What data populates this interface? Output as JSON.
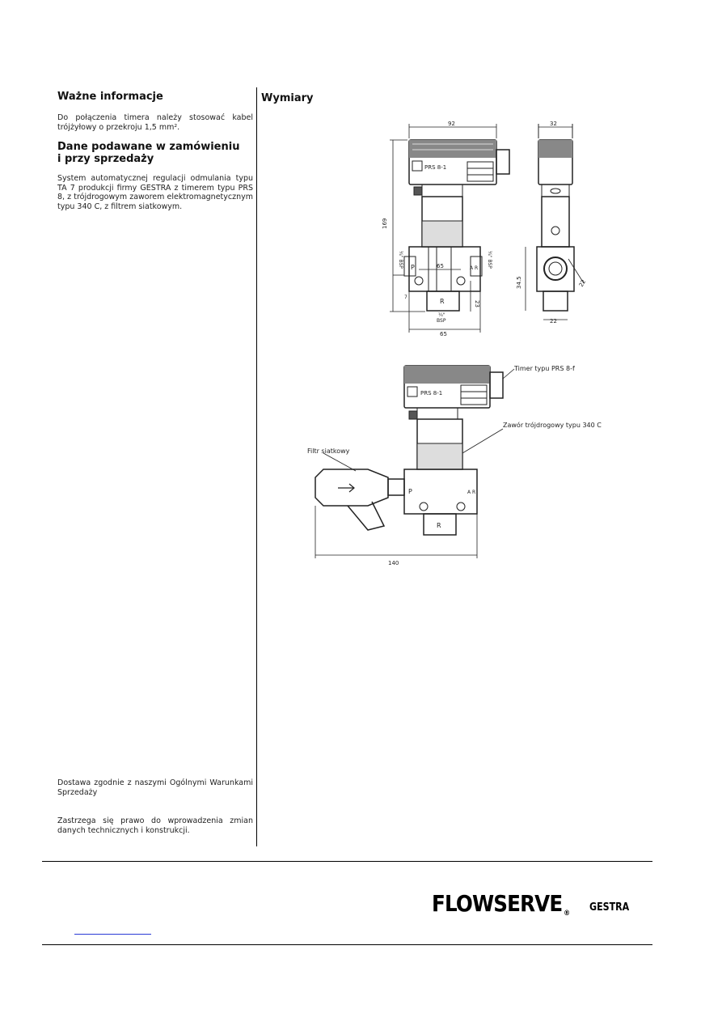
{
  "left": {
    "section1_title": "Ważne informacje",
    "section1_text": "Do połączenia timera należy stosować kabel trójżyłowy o przekroju 1,5 mm².",
    "section2_title_line1": "Dane podawane w zamówieniu",
    "section2_title_line2": "i przy sprzedaży",
    "section2_text": "System automatycznej regulacji odmulania typu TA 7 produkcji firmy GESTRA z timerem typu PRS 8, z trójdrogowym zaworem elektromagnetycznym typu 340 C, z filtrem siatkowym.",
    "delivery_text": "Dostawa zgodnie z naszymi Ogólnymi Warunkami Sprzedaży",
    "reserve_text": "Zastrzega się prawo do wprowadzenia zmian danych technicznych i konstrukcji."
  },
  "right": {
    "title": "Wymiary",
    "dims": {
      "d92": "92",
      "d32": "32",
      "d169": "169",
      "d65a": "65",
      "d65b": "65",
      "d23": "23",
      "d22a": "22",
      "d22b": "22",
      "d345": "34.5",
      "d140": "140",
      "d7": "7",
      "bsp_left": "¼\" BSP",
      "bsp_right": "¼\" BSP",
      "bsp_bottom_a": "¼\"",
      "bsp_bottom_b": "BSP"
    },
    "labels": {
      "prs": "PRS 8-1",
      "p": "P",
      "r": "R",
      "ab": "A R",
      "timer": "Timer typu PRS 8-f",
      "valve": "Zawór trójdrogowy typu 340 C",
      "filter": "Filtr siatkowy"
    }
  },
  "footer": {
    "logo": "FLOWSERVE",
    "brand": "GESTRA"
  }
}
